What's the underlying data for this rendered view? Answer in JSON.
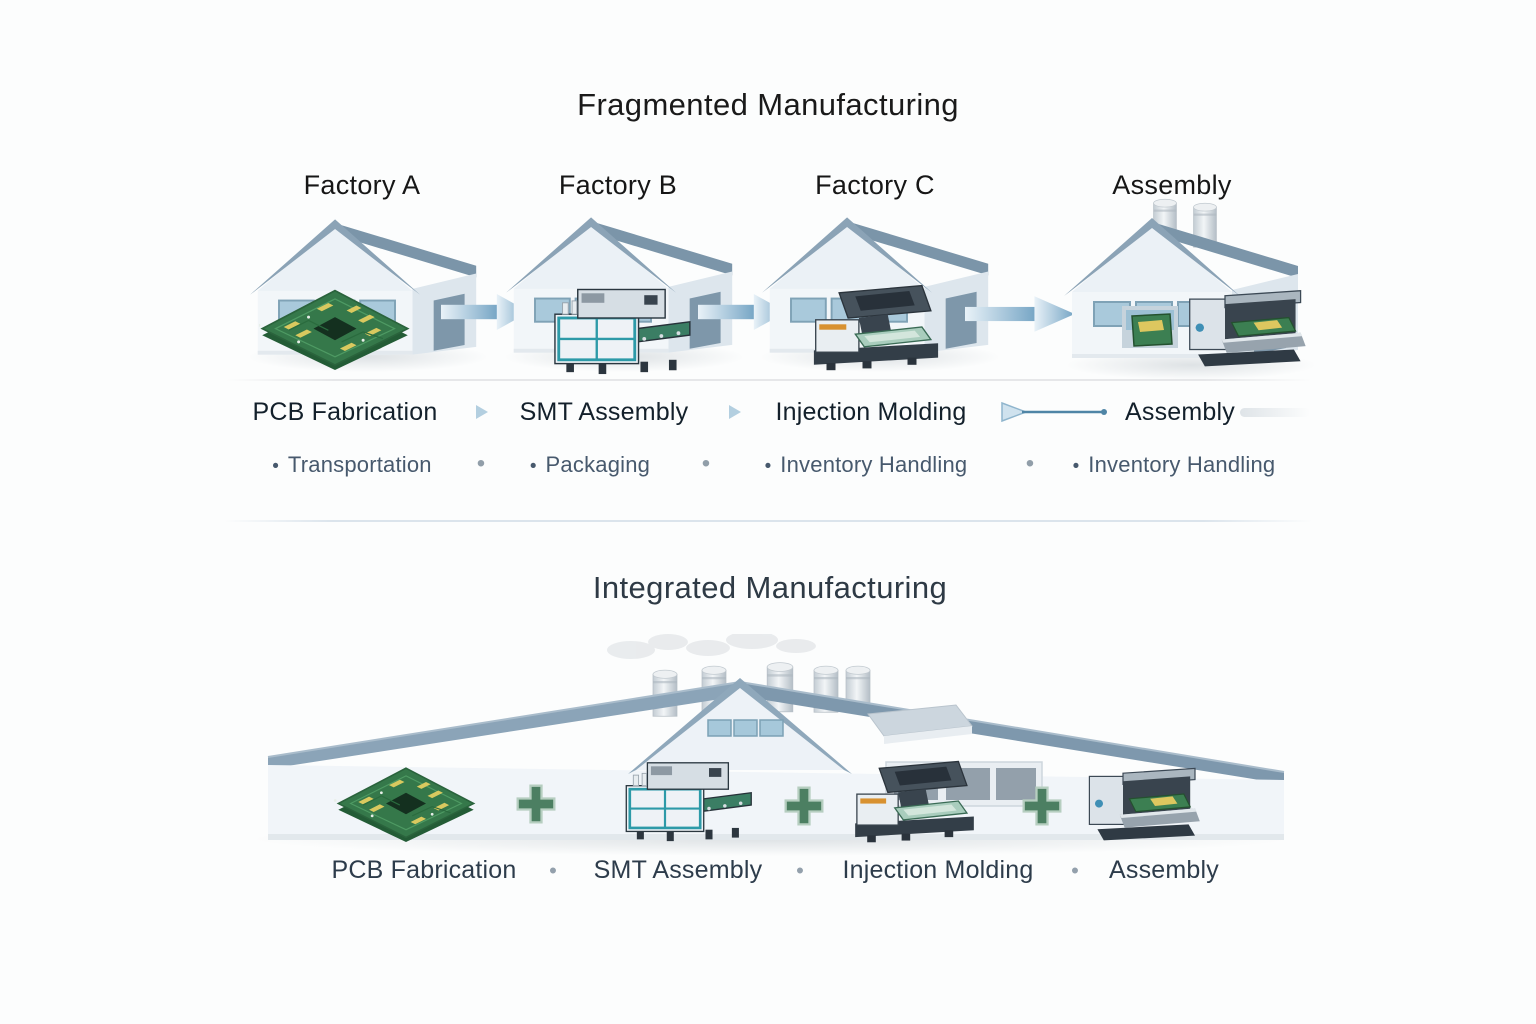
{
  "glyphs": {
    "bullet": "•",
    "separator_dot": "•"
  },
  "colors": {
    "background": "#fcfdfd",
    "title_text": "#1a1a1a",
    "integrated_title_text": "#2e3a45",
    "process_text": "#13202b",
    "cost_text": "#47596d",
    "bottom_text": "#2d3c4b",
    "arrow_blue": "#79a7c5",
    "chevron_blue": "#b3cfe0",
    "dot_gray": "#919ea9",
    "plus_green": "#4c7f62",
    "roof_blue": "#7e98ad",
    "wall_white": "#f1f5f9",
    "window_blue": "#a6c8da",
    "pcb_green": "#35784a"
  },
  "fragmented": {
    "title": "Fragmented Manufacturing",
    "factories": [
      {
        "label": "Factory A",
        "process": "PCB Fabrication",
        "cost": "Transportation"
      },
      {
        "label": "Factory B",
        "process": "SMT Assembly",
        "cost": "Packaging"
      },
      {
        "label": "Factory C",
        "process": "Injection Molding",
        "cost": "Inventory Handling"
      },
      {
        "label": "Assembly",
        "process": "Assembly",
        "cost": "Inventory Handling"
      }
    ]
  },
  "integrated": {
    "title": "Integrated Manufacturing",
    "processes": [
      {
        "label": "PCB Fabrication"
      },
      {
        "label": "SMT Assembly"
      },
      {
        "label": "Injection Molding"
      },
      {
        "label": "Assembly"
      }
    ]
  }
}
